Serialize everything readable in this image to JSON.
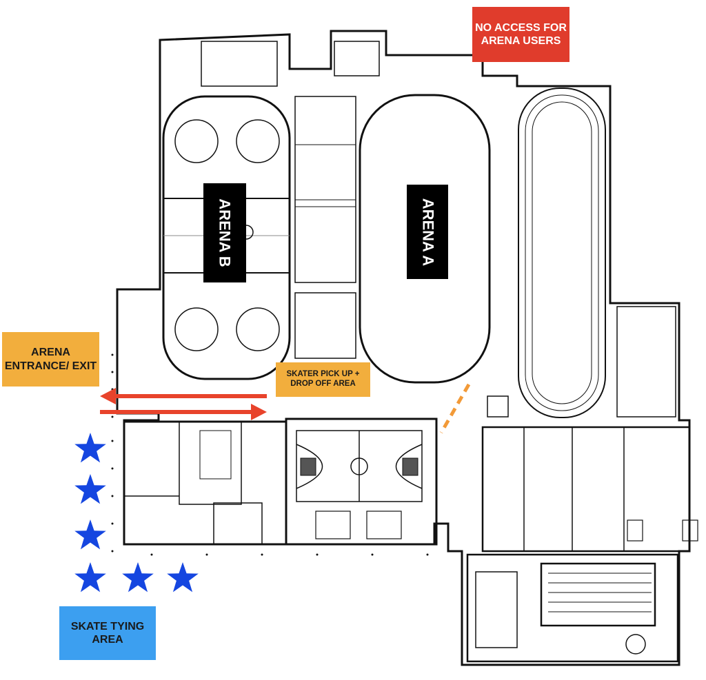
{
  "labels": {
    "no_access": "NO ACCESS FOR ARENA USERS",
    "arena_entrance": "ARENA ENTRANCE/ EXIT",
    "pickup": "SKATER PICK UP + DROP OFF AREA",
    "skate_tying": "SKATE TYING AREA",
    "arena_a": "ARENA A",
    "arena_b": "ARENA B"
  },
  "colors": {
    "no_access": "#e03c2c",
    "entrance": "#f2ae3d",
    "pickup": "#f2ae3d",
    "skate_tying": "#3c9ff0",
    "arrows": "#e8432b",
    "stars": "#1546e0",
    "dashed_line": "#f29a38"
  },
  "markers": {
    "star_count": 6,
    "star_icon": "star-icon",
    "arrow_directions": [
      "left",
      "right"
    ]
  }
}
